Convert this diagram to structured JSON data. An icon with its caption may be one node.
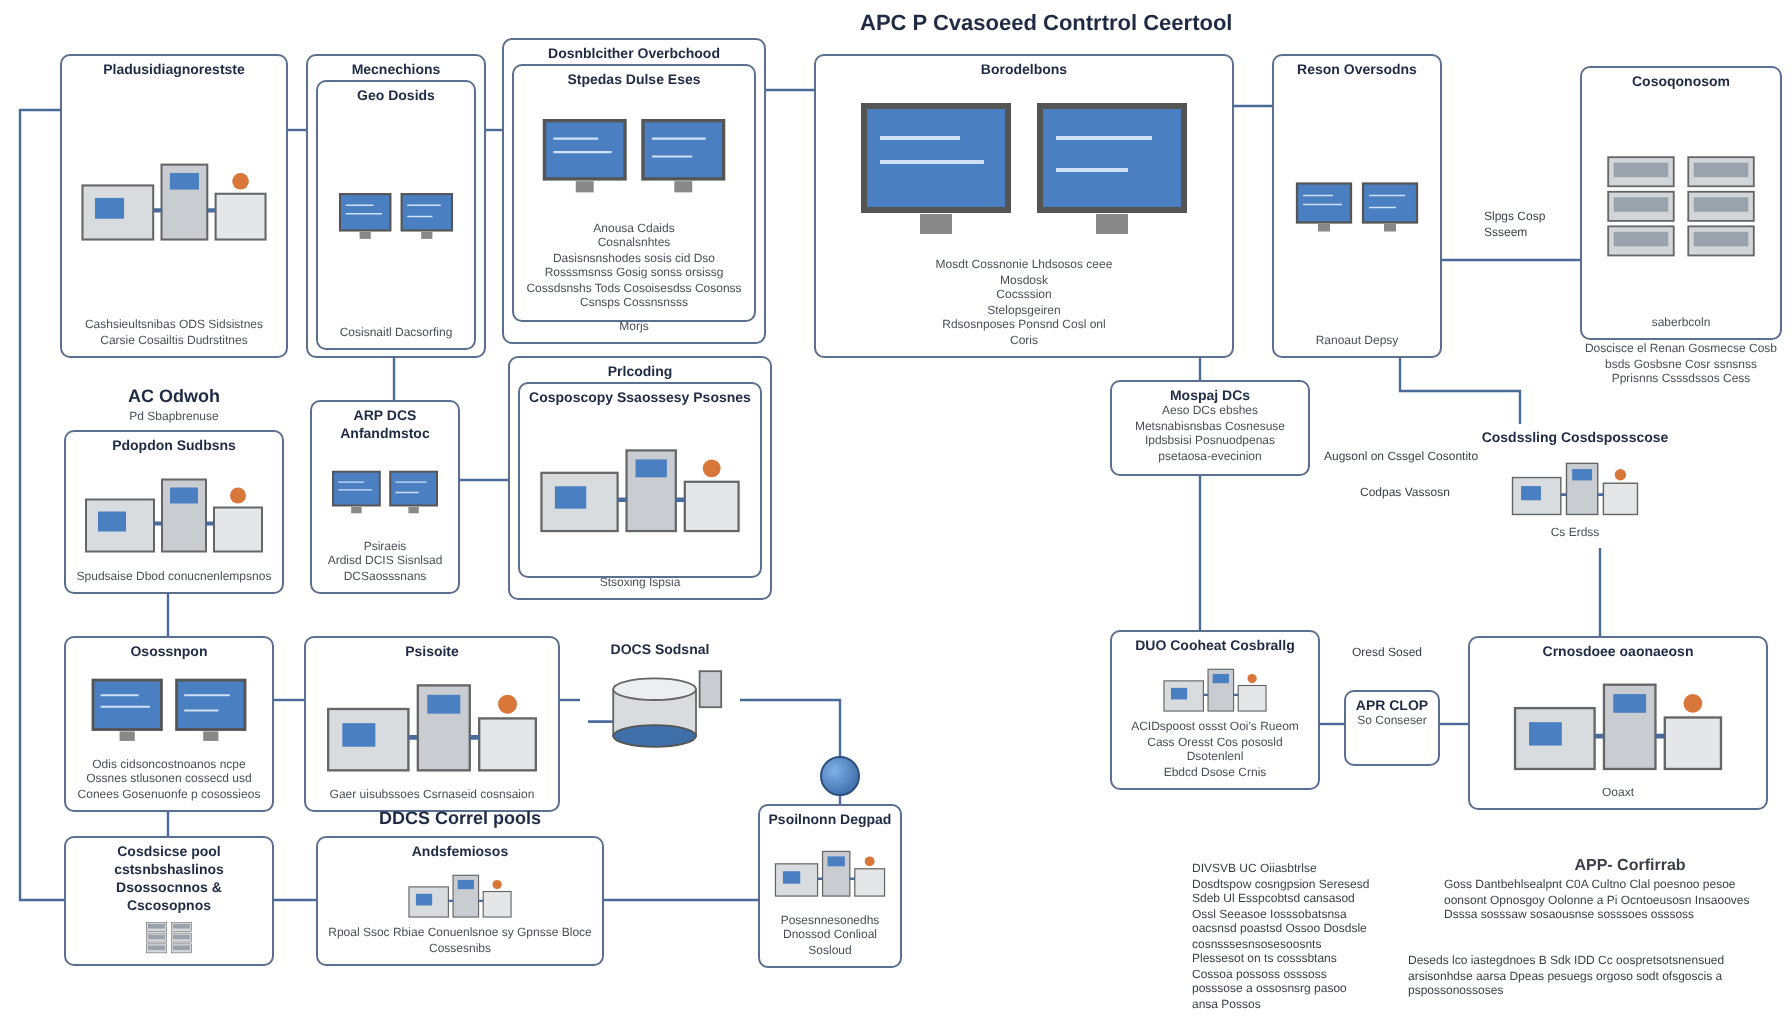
{
  "diagram": {
    "title": "APC P Cvasoeed Contrtrol Ceertool",
    "nodes": [
      {
        "text": [
          "Pladusidiagnorestste",
          "Cashsieultsnibas ODS Sidsistnes Carsie Cosailtis Dudrstitnes"
        ]
      },
      {
        "text": [
          "Mecnechions"
        ]
      },
      {
        "text": [
          "Geo Dosids",
          "Cosisnaitl Dacsorfing"
        ],
        "in": 1
      },
      {
        "text": [
          "Dosnblcither Overbchood",
          "Morjs"
        ]
      },
      {
        "text": [
          "Stpedas Dulse Eses",
          "Anousa Cdaids",
          "Cosnalsnhtes",
          "Dasisnsnshodes sosis cid Dso Rosssmsnss Gosig sonss orsissg",
          "Cossdsnshs Tods Cosoisesdss Cosonss Csnsps Cossnsnsss"
        ],
        "in": 3
      },
      {
        "text": [
          "Borodelbons",
          "Mosdt Cossnonie Lhdsosos ceee",
          "Mosdosk",
          "Cocsssion",
          "Stelopsgeiren",
          "Rdsosnposes Ponsnd Cosl onl",
          "Coris"
        ]
      },
      {
        "text": [
          "Reson Oversodns",
          "Ranoaut Depsy"
        ]
      },
      {
        "text": [
          "Cosoqonosom",
          "saberbcoln"
        ],
        "beside": [
          "Doscisce el Renan Gosmecse Cosb bsds Gosbsne Cosr ssnsnss Pprisnns Csssdssos Cess"
        ]
      },
      {
        "text": [
          "Pdopdon Sudbsns",
          "Spudsaise Dbod conucnenlempsnos"
        ],
        "beside": [
          "AC Odwoh",
          "Pd Sbapbrenuse"
        ]
      },
      {
        "text": [
          "ARP DCS Anfandmstoc",
          "Psiraeis",
          "Ardisd DCIS Sisnlsad DCSaosssnans"
        ]
      },
      {
        "text": [
          "Prlcoding",
          "Stsoxing Ispsia"
        ]
      },
      {
        "text": [
          "Cosposcopy Ssaossesy Psosnes"
        ],
        "in": 10
      },
      {
        "text": [
          "Mospaj DCs",
          "Aeso DCs ebshes Metsnabisnsbas Cosnesuse Ipdsbsisi Posnuodpenas psetaosa-evecinion"
        ]
      },
      {
        "text": [
          "Cosdssling Cosdsposscose",
          "Cs Erdss"
        ]
      },
      {
        "text": [
          "Osossnpon",
          "Odis cidsoncostnoanos ncpe Ossnes stlusonen cossecd usd Conees Gosenuonfe p cosossieos"
        ]
      },
      {
        "text": [
          "Psisoite",
          "Gaer uisubssoes Csrnaseid cosnsaion"
        ]
      },
      {
        "text": [
          "DOCS Sodsnal"
        ]
      },
      {
        "text": [],
        "shape": "circle"
      },
      {
        "text": [
          "Cosdsicse pool cstsnbshaslinos Dsossocnnos & Cscosopnos"
        ]
      },
      {
        "text": [
          "Andsfemiosos",
          "Rpoal Ssoc Rbiae Conuenlsnoe sy Gpnsse Bloce Cossesnibs"
        ],
        "beside": [
          "DDCS Correl pools"
        ]
      },
      {
        "text": [
          "Psoilnonn Degpad",
          "Posesnnesonedhs Dnossod Conlioal Sosloud"
        ]
      },
      {
        "text": [
          "DUO Cooheat Cosbrallg",
          "ACIDspoost ossst Ooi's Rueom",
          "Cass Oresst Cos pososld Dsotenlenl",
          "Ebdcd Dsose Crnis"
        ]
      },
      {
        "text": [
          "APR CLOP",
          "So Conseser"
        ]
      },
      {
        "text": [
          "Crnosdoee oaonaeosn",
          "Ooaxt"
        ]
      }
    ],
    "edges": [
      {
        "from": 0,
        "to": 1,
        "arrow": "none"
      },
      {
        "from": 1,
        "to": 3,
        "arrow": "none"
      },
      {
        "from": 3,
        "to": 5,
        "arrow": "none"
      },
      {
        "from": 5,
        "to": 6,
        "arrow": "none"
      },
      {
        "from": 6,
        "to": 7,
        "arrow": "none"
      },
      {
        "from": 1,
        "to": 9,
        "arrow": "none"
      },
      {
        "from": 9,
        "to": 10,
        "arrow": "none"
      },
      {
        "from": 8,
        "to": 14,
        "arrow": "none"
      },
      {
        "from": 14,
        "to": 18,
        "arrow": "none"
      },
      {
        "from": 18,
        "to": 19,
        "arrow": "none"
      },
      {
        "from": 19,
        "to": 20,
        "arrow": "none"
      },
      {
        "from": 15,
        "to": 16,
        "arrow": "none"
      },
      {
        "from": 5,
        "to": 12,
        "arrow": "none"
      },
      {
        "from": 12,
        "to": 21,
        "arrow": "none"
      },
      {
        "from": 21,
        "to": 22,
        "arrow": "none"
      },
      {
        "from": 22,
        "to": 23,
        "arrow": "none"
      },
      {
        "from": 13,
        "to": 23,
        "arrow": "none"
      },
      {
        "from": 6,
        "to": 13,
        "arrow": "none"
      },
      {
        "from": 14,
        "to": 15,
        "arrow": "none"
      },
      {
        "from": 16,
        "to": 17,
        "arrow": "none"
      },
      {
        "from": 17,
        "to": 20,
        "arrow": "none"
      },
      {
        "from": 0,
        "to": 18,
        "arrow": "none"
      }
    ],
    "labels": [
      "Augsonl on Cssgel Cosontito",
      "Codpas Vassosn",
      "Slpgs Cosp Ssseem",
      "Oresd Sosed",
      "APP- Corfirrab",
      "Goss Dantbehlsealpnt C0A Cultno Clal poesnoo pesoe oonsont Opnosgoy Oolonne a Pi Ocntoeusosn Insaooves Dsssa sosssaw sosaousnse sosssoes osssoss",
      "DIVSVB UC Oiiasbtrlse Dosdtspow cosngpsion Seresesd Sdeb Ul Esspcobtsd cansasod Ossl Seeasoe Iosssobatsnsa oacsnsd poastsd Ossoo Dosdsle cosnsssesnsosesoosnts Plessesot on ts cosssbtans Cossoa possoss osssoss posssose a ossosnsrg pasoo ansa Possos",
      "Deseds lco iastegdnoes B Sdk IDD Cc oospretsotsnensued arsisonhdse aarsa Dpeas pesuegs orgoso sodt ofsgoscis a pspossonossoses"
    ]
  }
}
